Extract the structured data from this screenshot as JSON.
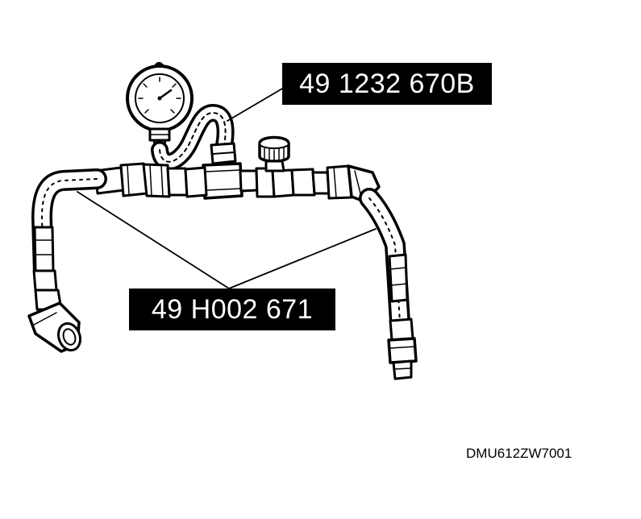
{
  "callouts": {
    "gauge_part_number": "49 1232 670B",
    "hose_part_number": "49 H002 671"
  },
  "figure_code": "DMU612ZW7001",
  "colors": {
    "line": "#000000",
    "background": "#ffffff",
    "label_background": "#000000",
    "label_text": "#ffffff"
  }
}
